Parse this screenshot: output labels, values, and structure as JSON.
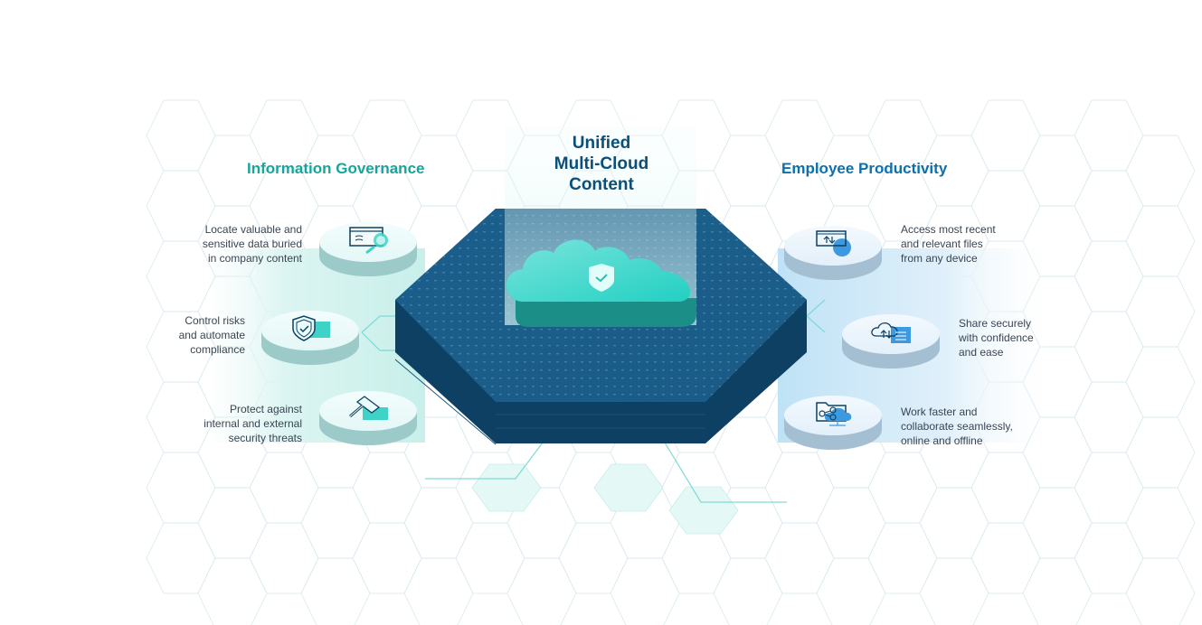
{
  "center": {
    "title_lines": [
      "Unified",
      "Multi-Cloud",
      "Content"
    ],
    "icon": "cloud-shield-check-icon"
  },
  "governance": {
    "heading": "Information Governance",
    "color": "#14a69a",
    "items": [
      {
        "lines": [
          "Locate valuable and",
          "sensitive data buried",
          "in company content"
        ],
        "icon": "document-search-icon"
      },
      {
        "lines": [
          "Control risks",
          "and automate",
          "compliance"
        ],
        "icon": "shield-check-document-icon"
      },
      {
        "lines": [
          "Protect against",
          "internal and external",
          "security threats"
        ],
        "icon": "gavel-document-icon"
      }
    ]
  },
  "productivity": {
    "heading": "Employee Productivity",
    "color": "#0c6fae",
    "items": [
      {
        "lines": [
          "Access most recent",
          "and relevant files",
          "from any device"
        ],
        "icon": "window-sync-speed-icon"
      },
      {
        "lines": [
          "Share securely",
          "with confidence",
          "and ease"
        ],
        "icon": "cloud-upload-document-icon"
      },
      {
        "lines": [
          "Work faster and",
          "collaborate seamlessly,",
          "online and offline"
        ],
        "icon": "folder-share-cloud-icon"
      }
    ]
  },
  "colors": {
    "hex_top": "#1f6f9c",
    "hex_side": "#0d4063",
    "cloud": "#34d6c6",
    "title": "#0b4f78",
    "text": "#3a4452"
  }
}
